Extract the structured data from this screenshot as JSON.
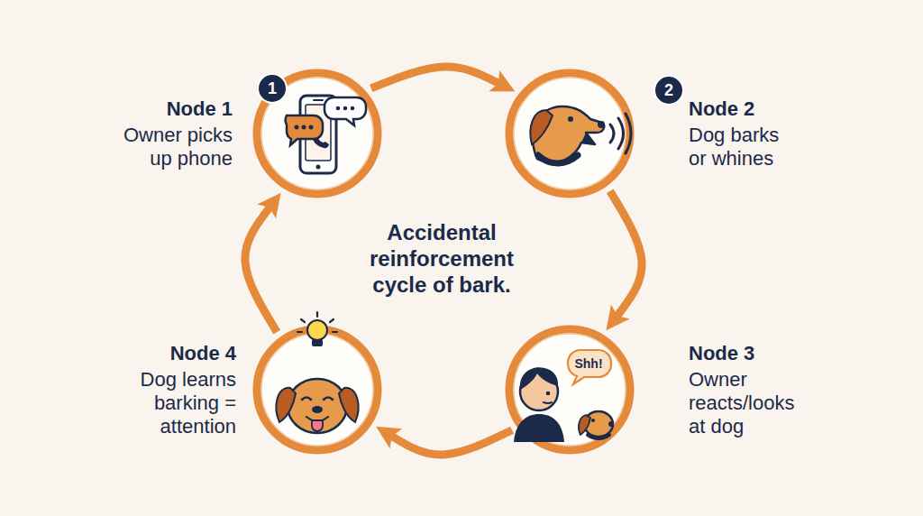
{
  "diagram": {
    "title": "Accidental reinforcement cycle of bark.",
    "nodes": [
      {
        "text": [
          "Node 1",
          "Owner picks up phone"
        ]
      },
      {
        "text": [
          "Node 2",
          "Dog barks or whines"
        ]
      },
      {
        "text": [
          "Node 3",
          "Owner reacts/looks at dog"
        ]
      },
      {
        "text": [
          "Node 4",
          "Dog learns barking = attention"
        ]
      }
    ],
    "edges": [
      {
        "from": 0,
        "to": 1,
        "arrow": "to"
      },
      {
        "from": 1,
        "to": 2,
        "arrow": "to"
      },
      {
        "from": 2,
        "to": 3,
        "arrow": "to"
      },
      {
        "from": 3,
        "to": 0,
        "arrow": "to"
      }
    ],
    "labels": [
      "1",
      "2",
      "Shh!"
    ]
  }
}
